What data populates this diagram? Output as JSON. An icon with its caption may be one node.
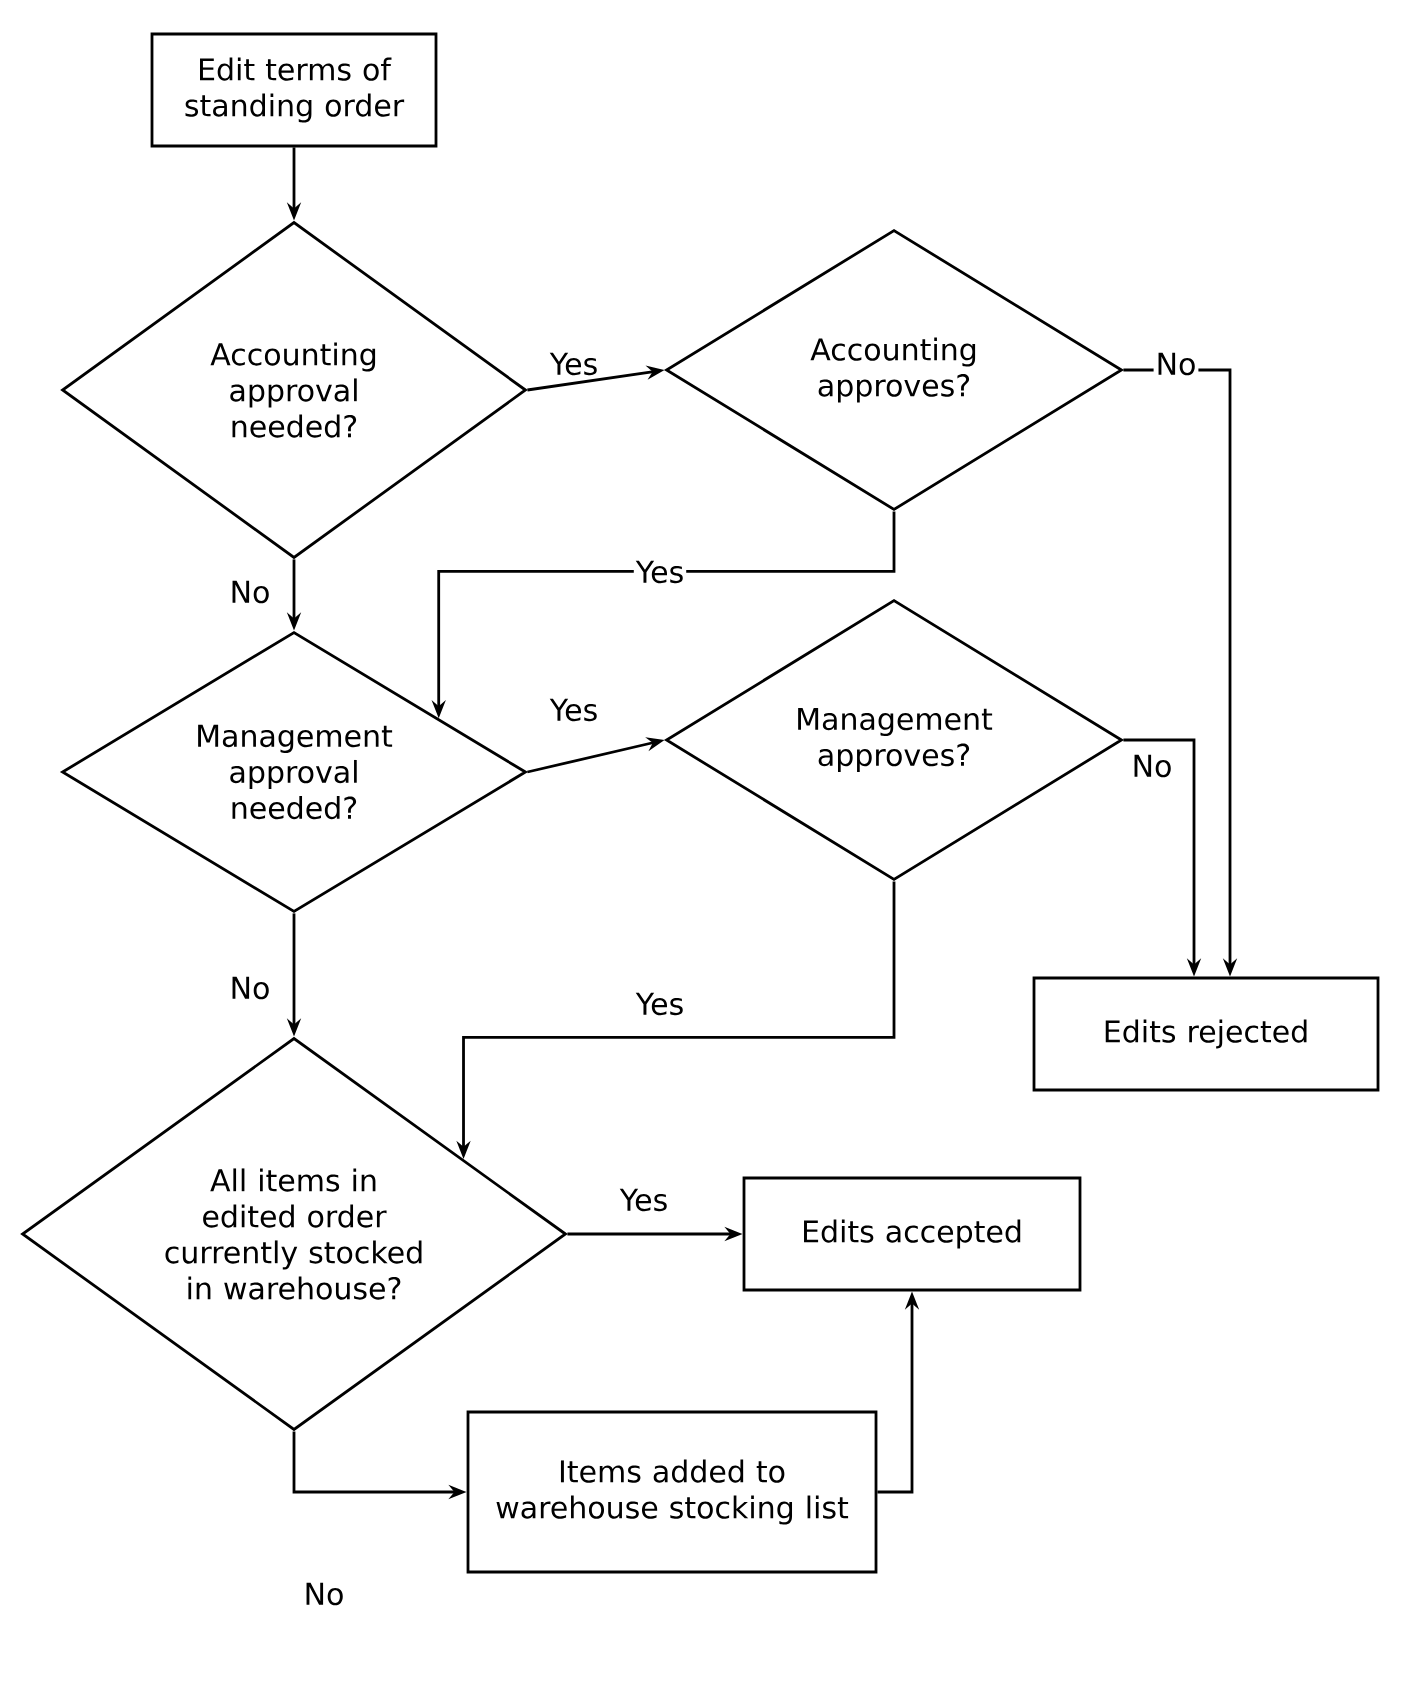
{
  "diagram": {
    "nodes": [
      {
        "text": [
          "Edit terms of standing order"
        ]
      },
      {
        "text": [
          "Accounting approval needed?"
        ]
      },
      {
        "text": [
          "Accounting approves?"
        ]
      },
      {
        "text": [
          "Management approval needed?"
        ]
      },
      {
        "text": [
          "Management approves?"
        ]
      },
      {
        "text": [
          "All items in edited order currently stocked in warehouse?"
        ]
      },
      {
        "text": [
          "Edits rejected"
        ]
      },
      {
        "text": [
          "Edits accepted"
        ]
      },
      {
        "text": [
          "Items added to warehouse stocking list"
        ]
      }
    ],
    "edges": [
      {
        "from": 0,
        "to": 1,
        "arrow": "to"
      },
      {
        "from": 1,
        "to": 2,
        "arrow": "to",
        "label": "Yes"
      },
      {
        "from": 2,
        "to": 6,
        "arrow": "to",
        "label": "No"
      },
      {
        "from": 1,
        "to": 3,
        "arrow": "to",
        "label": "No"
      },
      {
        "from": 2,
        "to": 3,
        "arrow": "to",
        "label": "Yes"
      },
      {
        "from": 3,
        "to": 4,
        "arrow": "to",
        "label": "Yes"
      },
      {
        "from": 4,
        "to": 6,
        "arrow": "to",
        "label": "No"
      },
      {
        "from": 3,
        "to": 5,
        "arrow": "to",
        "label": "No"
      },
      {
        "from": 4,
        "to": 5,
        "arrow": "to",
        "label": "Yes"
      },
      {
        "from": 5,
        "to": 7,
        "arrow": "to",
        "label": "Yes"
      },
      {
        "from": 5,
        "to": 8,
        "arrow": "to",
        "label": "No"
      },
      {
        "from": 8,
        "to": 7,
        "arrow": "to"
      }
    ]
  }
}
